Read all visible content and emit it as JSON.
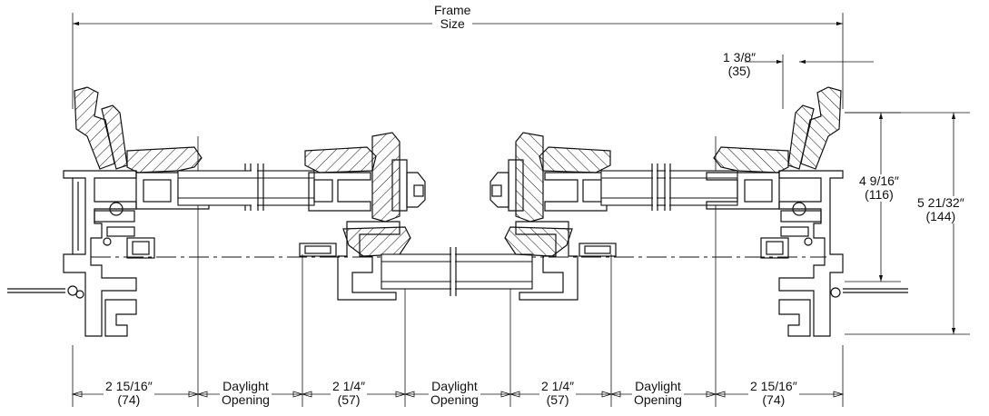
{
  "dimensions": {
    "frame_size": "Frame\nSize",
    "frame_size_line1": "Frame",
    "frame_size_line2": "Size",
    "jamb_depth": {
      "line1": "1 3/8″",
      "line2": "(35)"
    },
    "sash_height": {
      "line1": "4 9/16″",
      "line2": "(116)"
    },
    "frame_height": {
      "line1": "5 21/32″",
      "line2": "(144)"
    },
    "bottom": [
      {
        "line1": "2 15/16″",
        "line2": "(74)"
      },
      {
        "line1": "Daylight",
        "line2": "Opening"
      },
      {
        "line1": "2 1/4″",
        "line2": "(57)"
      },
      {
        "line1": "Daylight",
        "line2": "Opening"
      },
      {
        "line1": "2 1/4″",
        "line2": "(57)"
      },
      {
        "line1": "Daylight",
        "line2": "Opening"
      },
      {
        "line1": "2 15/16″",
        "line2": "(74)"
      }
    ]
  }
}
